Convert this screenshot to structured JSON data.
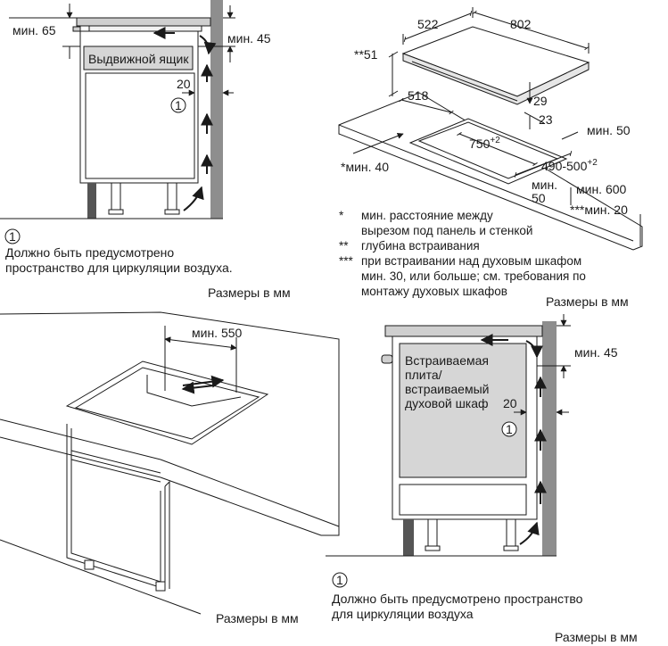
{
  "panel1": {
    "dim_min65": "мин. 65",
    "dim_min45": "мин. 45",
    "dim_20": "20",
    "drawer_label": "Выдвижной ящик",
    "circle_ref": "1",
    "legend_num": "1",
    "legend_line1": "Должно быть предусмотрено",
    "legend_line2": "пространство для циркуляции воздуха.",
    "units": "Размеры в мм"
  },
  "panel2": {
    "dim_522": "522",
    "dim_802": "802",
    "dim_51": "**51",
    "dim_518": "518",
    "dim_29": "29",
    "dim_23": "23",
    "dim_750": "750",
    "dim_750_sup": "+2",
    "dim_min50": "мин. 50",
    "dim_490": "490-500",
    "dim_490_sup": "+2",
    "dim_min40": "*мин. 40",
    "dim_min": "мин.",
    "dim_50": "50",
    "dim_min600": "мин. 600",
    "dim_min20": "***мин. 20",
    "notes": [
      {
        "mark": "*",
        "lines": [
          "мин. расстояние между",
          "вырезом под панель и стенкой"
        ]
      },
      {
        "mark": "**",
        "lines": [
          "глубина встраивания"
        ]
      },
      {
        "mark": "***",
        "lines": [
          "при встраивании над духовым шкафом",
          "мин. 30, или больше; см. требования по",
          "монтажу духовых шкафов"
        ]
      }
    ],
    "units": "Размеры в мм"
  },
  "panel3": {
    "dim_min550": "мин. 550",
    "units": "Размеры в мм"
  },
  "panel4": {
    "dim_min45": "мин. 45",
    "dim_20": "20",
    "oven_line1": "Встраиваемая",
    "oven_line2": "плита/",
    "oven_line3": "встраиваемый",
    "oven_line4": "духовой шкаф",
    "circle_ref": "1",
    "legend_num": "1",
    "legend_line1": "Должно быть предусмотрено пространство",
    "legend_line2": "для циркуляции воздуха",
    "units": "Размеры в мм"
  },
  "colors": {
    "wall": "#8e8e8e",
    "drawer": "#d6d6d6",
    "oven": "#d6d6d6",
    "plinth": "#555555",
    "hob_top": "#cfcfcf"
  }
}
